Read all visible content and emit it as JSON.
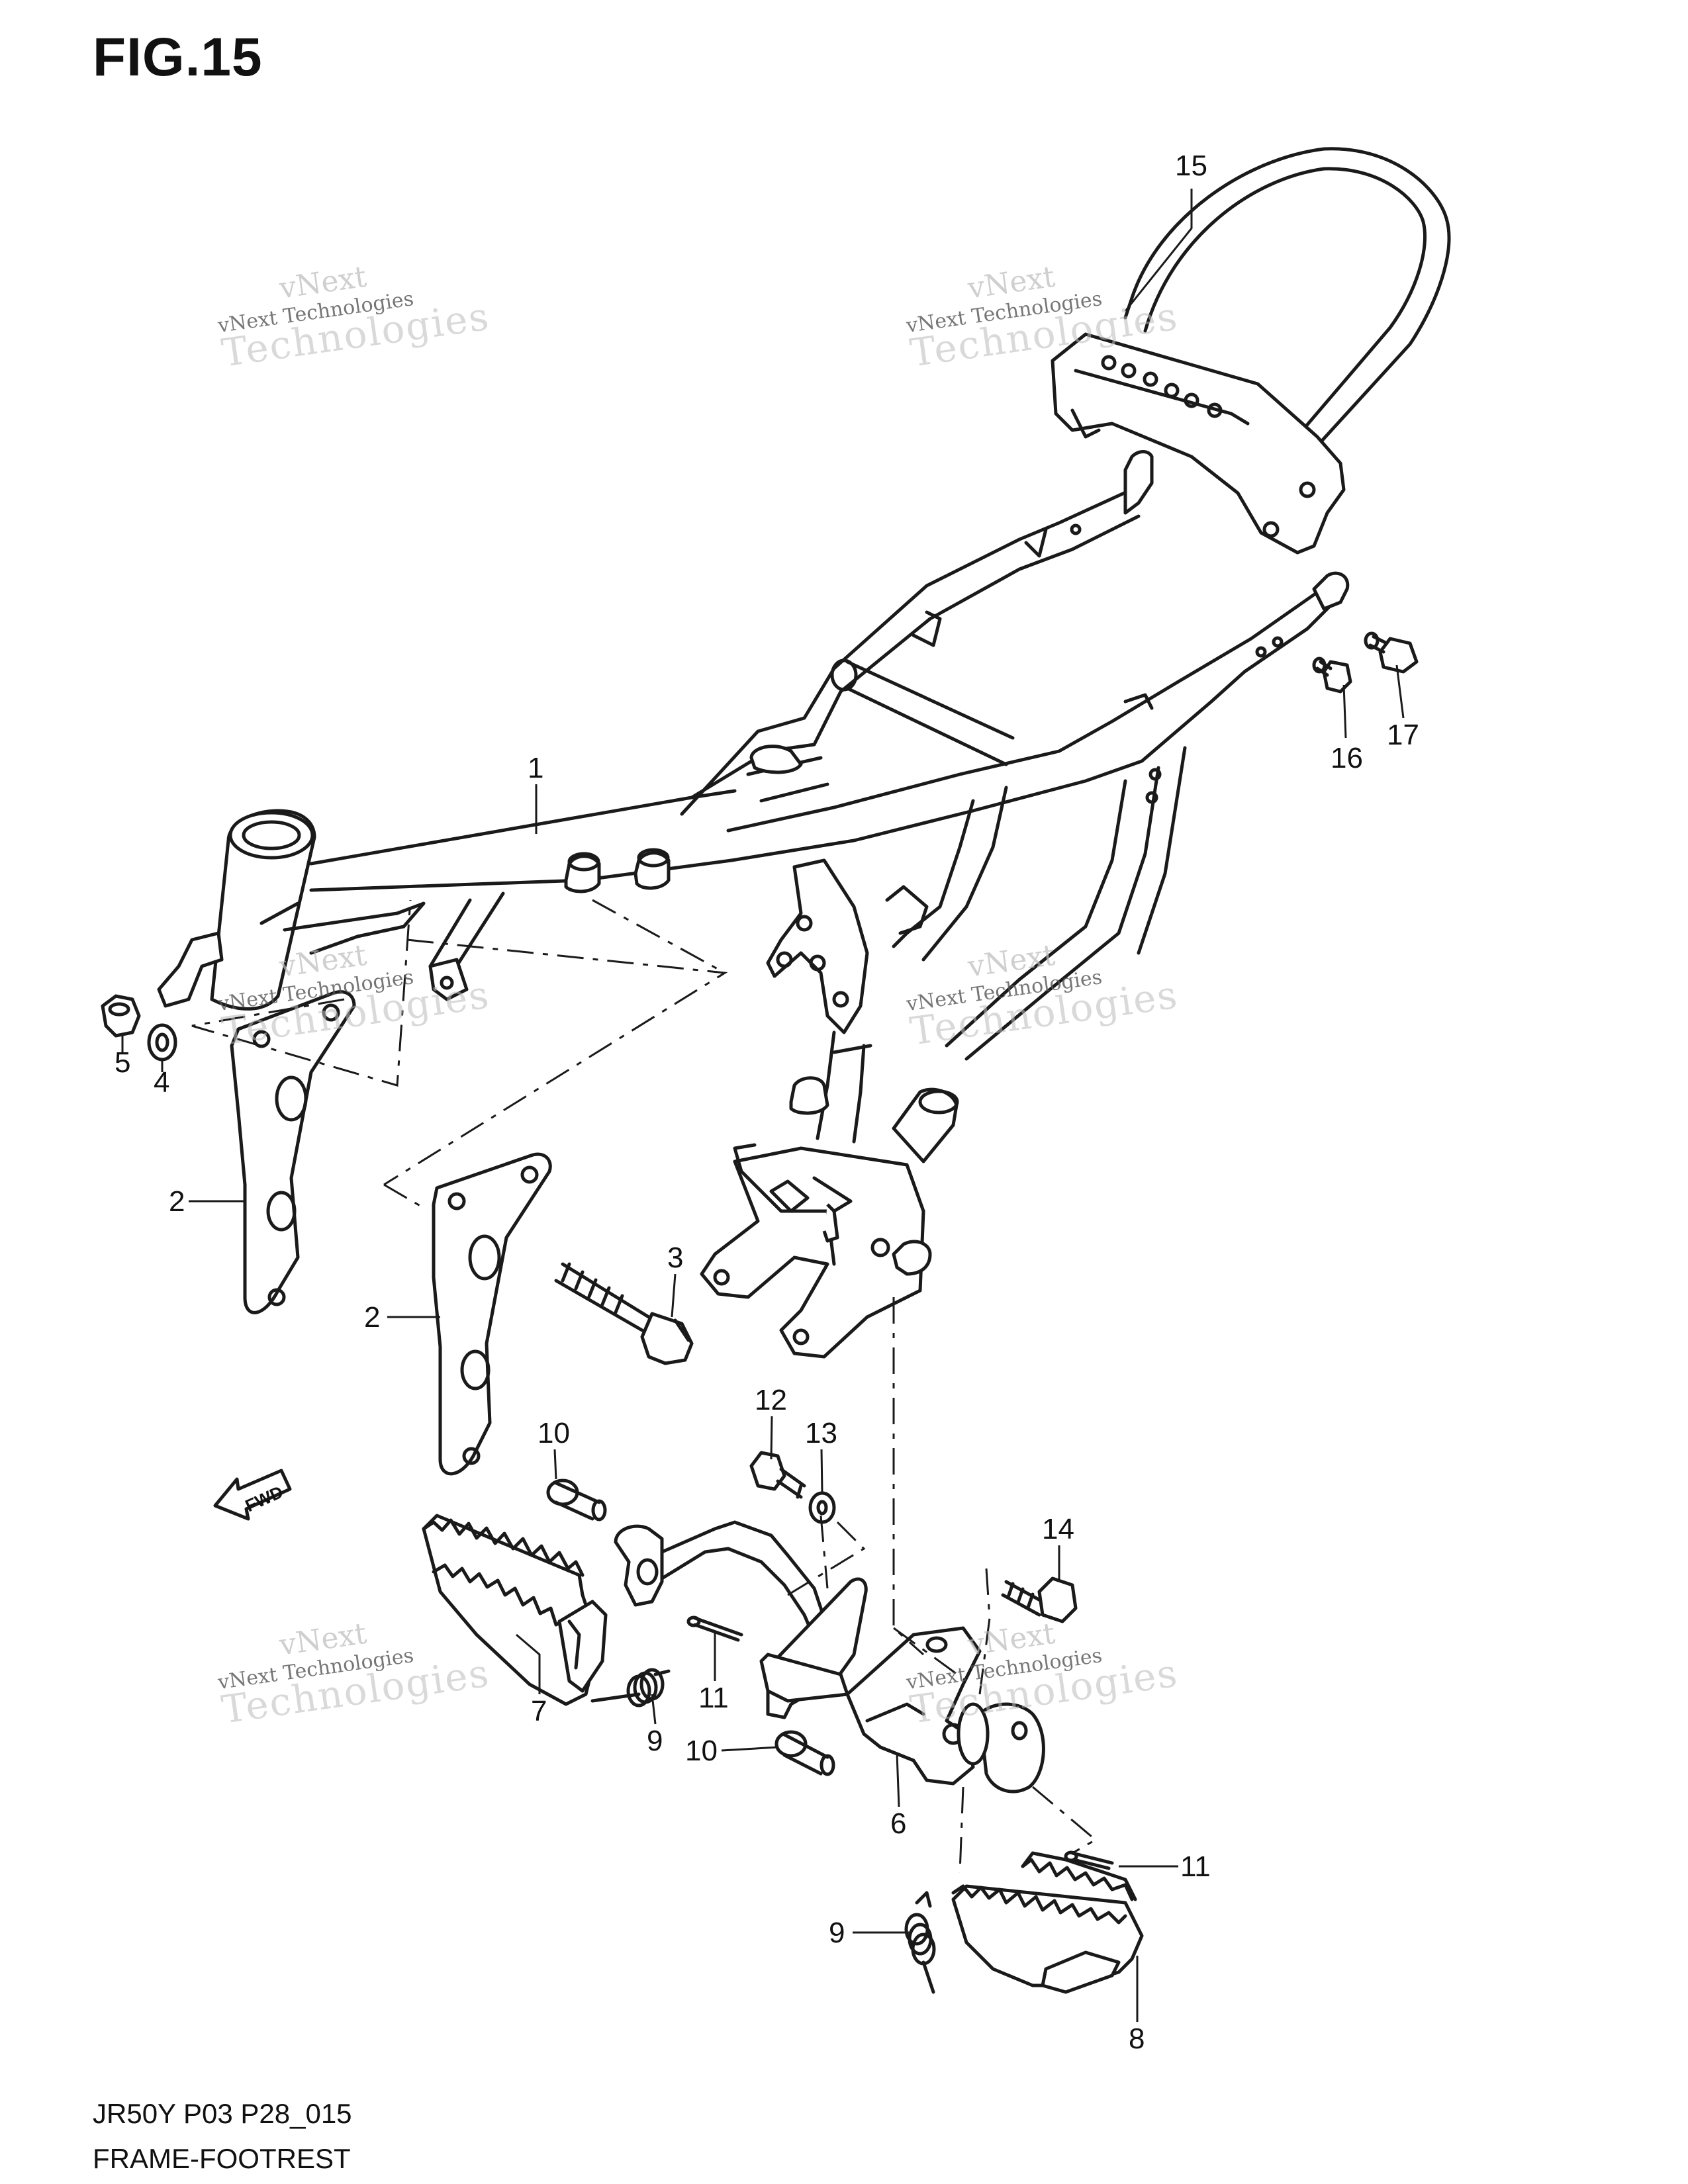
{
  "figure": {
    "title": "FIG.15"
  },
  "footer": {
    "code": "JR50Y P03 P28_015",
    "name": "FRAME-FOOTREST"
  },
  "fwd_label": "FWD",
  "watermark": {
    "line1": "vNext",
    "line2": "vNext Technologies",
    "line3": "Technologies"
  },
  "callouts": [
    {
      "id": "c15",
      "label": "15"
    },
    {
      "id": "c1",
      "label": "1"
    },
    {
      "id": "c16",
      "label": "16"
    },
    {
      "id": "c17",
      "label": "17"
    },
    {
      "id": "c5",
      "label": "5"
    },
    {
      "id": "c4",
      "label": "4"
    },
    {
      "id": "c2a",
      "label": "2"
    },
    {
      "id": "c2b",
      "label": "2"
    },
    {
      "id": "c3",
      "label": "3"
    },
    {
      "id": "c10a",
      "label": "10"
    },
    {
      "id": "c12",
      "label": "12"
    },
    {
      "id": "c13",
      "label": "13"
    },
    {
      "id": "c14",
      "label": "14"
    },
    {
      "id": "c7",
      "label": "7"
    },
    {
      "id": "c11a",
      "label": "11"
    },
    {
      "id": "c9a",
      "label": "9"
    },
    {
      "id": "c10b",
      "label": "10"
    },
    {
      "id": "c6",
      "label": "6"
    },
    {
      "id": "c11b",
      "label": "11"
    },
    {
      "id": "c9b",
      "label": "9"
    },
    {
      "id": "c8",
      "label": "8"
    }
  ]
}
